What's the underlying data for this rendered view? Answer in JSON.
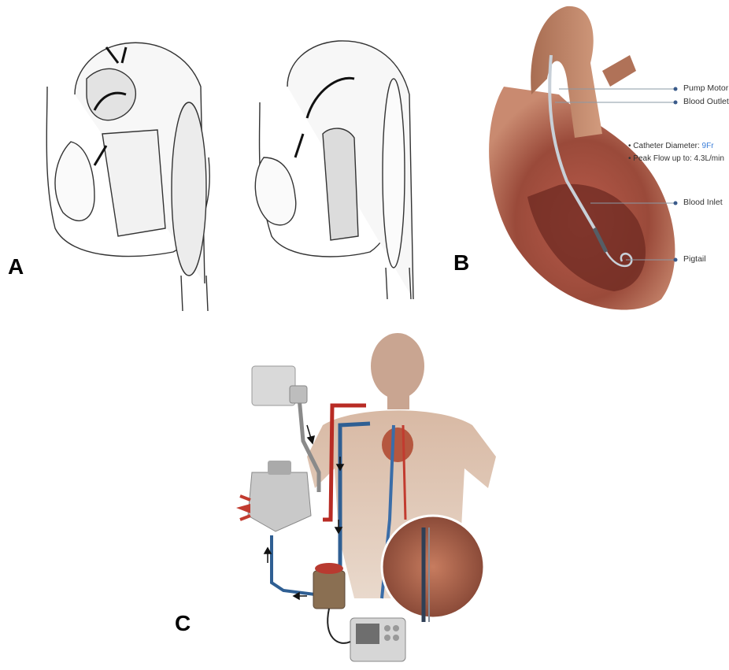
{
  "panels": {
    "a": {
      "letter": "A"
    },
    "b": {
      "letter": "B",
      "callouts": [
        "Pump Motor",
        "Blood Outlet",
        "Blood Inlet",
        "Pigtail"
      ],
      "specs": [
        {
          "label": "Catheter Diameter: ",
          "value": "9Fr"
        },
        {
          "label": "Peak Flow up to: ",
          "value": "4.3L/min"
        }
      ],
      "highlight_color": "#3a7dd8"
    },
    "c": {
      "letter": "C"
    }
  }
}
